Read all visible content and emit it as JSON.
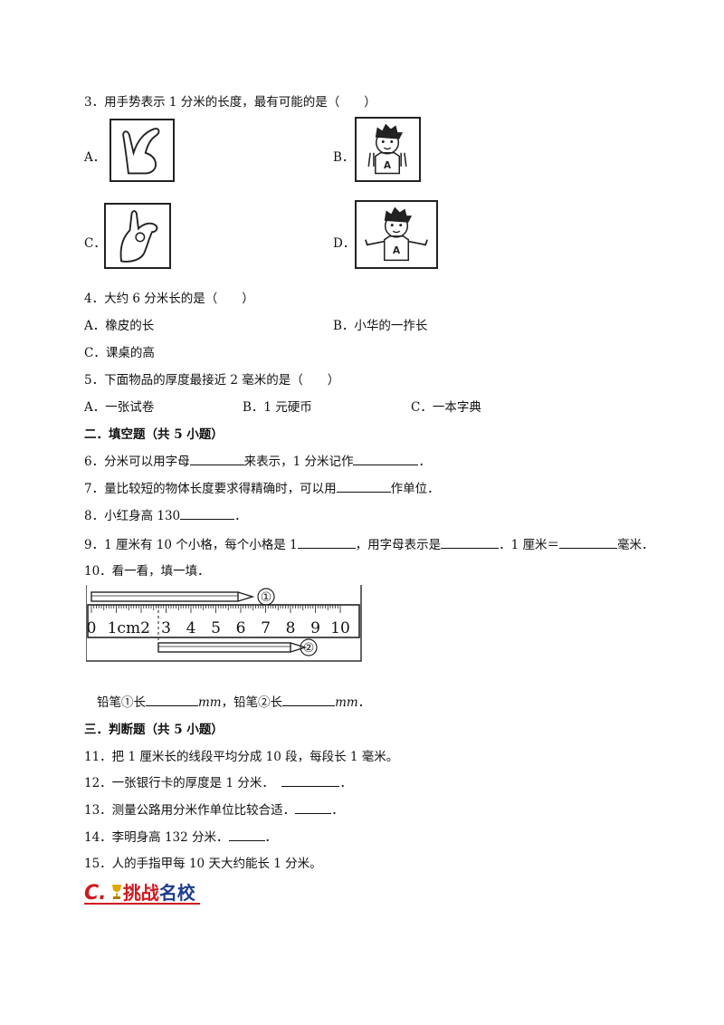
{
  "q3": {
    "stem": "3．用手势表示 1 分米的长度，最有可能的是（　　）",
    "options": {
      "a": "A．",
      "b": "B．",
      "c": "C．",
      "d": "D．"
    },
    "shirt_letter": "A"
  },
  "q4": {
    "stem": "4．大约 6 分米长的是（　　）",
    "options": {
      "a": "A．橡皮的长",
      "b": "B．小华的一拃长",
      "c": "C．课桌的高"
    }
  },
  "q5": {
    "stem": "5．下面物品的厚度最接近 2 毫米的是（　　）",
    "options": {
      "a": "A．一张试卷",
      "b": "B．1 元硬币",
      "c": "C．一本字典"
    }
  },
  "section2": {
    "title": "二．填空题（共 5 小题）"
  },
  "q6": {
    "p1": "6．分米可以用字母",
    "p2": "来表示，1 分米记作",
    "p3": "．"
  },
  "q7": {
    "p1": "7．量比较短的物体长度要求得精确时，可以用",
    "p2": "作单位．"
  },
  "q8": {
    "p1": "8．小红身高 130",
    "p2": "．"
  },
  "q9": {
    "p1": "9．1 厘米有 10 个小格，每个小格是 1",
    "p2": "，用字母表示是",
    "p3": "．1 厘米＝",
    "p4": "毫米．"
  },
  "q10": {
    "stem": "10．看一看，填一填．",
    "ruler_labels": [
      "0",
      "1cm2",
      "3",
      "4",
      "5",
      "6",
      "7",
      "8",
      "9",
      "10"
    ],
    "pencil1_mark": "①",
    "pencil2_mark": "②",
    "answer": {
      "p1": "铅笔①长",
      "unit1": "mm",
      "p2": "，铅笔②长",
      "unit2": "mm",
      "p3": "．"
    }
  },
  "section3": {
    "title": "三．判断题（共 5 小题）"
  },
  "q11": {
    "text": "11．把 1 厘米长的线段平均分成 10 段，每段长 1 毫米。"
  },
  "q12": {
    "p1": "12．一张银行卡的厚度是 1 分米．",
    "p2": "．"
  },
  "q13": {
    "p1": "13．测量公路用分米作单位比较合适．",
    "p2": "．"
  },
  "q14": {
    "p1": "14．李明身高 132 分米．",
    "p2": "．"
  },
  "q15": {
    "text": "15．人的手指甲每 10 天大约能长 1 分米。"
  },
  "logo": {
    "prefix": "C.",
    "part1": "挑战",
    "part2": "名校"
  },
  "colors": {
    "logo_red": "#d0181f",
    "logo_blue": "#1d3d8f"
  }
}
